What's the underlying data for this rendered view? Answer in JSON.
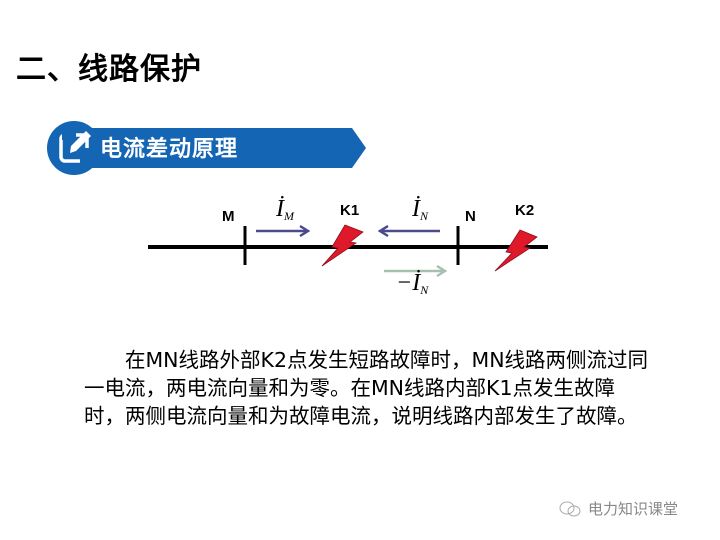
{
  "page": {
    "title": "二、线路保护"
  },
  "section_banner": {
    "icon": "edit-pencil-icon",
    "label": "电流差动原理",
    "color": "#1565b5"
  },
  "diagram": {
    "nodes": {
      "M": "M",
      "N": "N",
      "K1": "K1",
      "K2": "K2"
    },
    "currents": {
      "IM": {
        "symbol": "İ",
        "subscript": "M",
        "direction": "right"
      },
      "IN": {
        "symbol": "İ",
        "subscript": "N",
        "direction": "left"
      },
      "neg_IN": {
        "prefix": "−",
        "symbol": "İ",
        "subscript": "N",
        "direction": "right"
      }
    },
    "fault_icon": "lightning-fault-icon",
    "colors": {
      "line": "#000000",
      "arrow_current": "#4a4a8c",
      "arrow_neg": "#a8c0b0",
      "fault": "#e0192a"
    }
  },
  "description": "在MN线路外部K2点发生短路故障时，MN线路两侧流过同一电流，两电流向量和为零。在MN线路内部K1点发生故障时，两侧电流向量和为故障电流，说明线路内部发生了故障。",
  "watermark": {
    "icon": "wechat-icon",
    "text": "电力知识课堂"
  }
}
